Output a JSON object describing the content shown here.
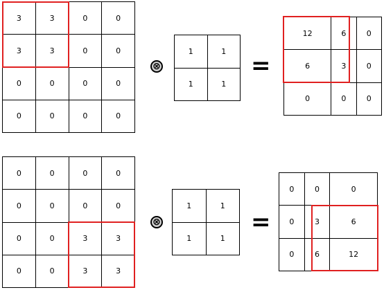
{
  "top": {
    "input": [
      [
        "3",
        "3",
        "0",
        "0"
      ],
      [
        "3",
        "3",
        "0",
        "0"
      ],
      [
        "0",
        "0",
        "0",
        "0"
      ],
      [
        "0",
        "0",
        "0",
        "0"
      ]
    ],
    "kernel": [
      [
        "1",
        "1"
      ],
      [
        "1",
        "1"
      ]
    ],
    "output": [
      [
        "12",
        "6",
        "0"
      ],
      [
        "6",
        "3",
        "0"
      ],
      [
        "0",
        "0",
        "0"
      ]
    ]
  },
  "bottom": {
    "input": [
      [
        "0",
        "0",
        "0",
        "0"
      ],
      [
        "0",
        "0",
        "0",
        "0"
      ],
      [
        "0",
        "0",
        "3",
        "3"
      ],
      [
        "0",
        "0",
        "3",
        "3"
      ]
    ],
    "kernel": [
      [
        "1",
        "1"
      ],
      [
        "1",
        "1"
      ]
    ],
    "output": [
      [
        "0",
        "0",
        "0"
      ],
      [
        "0",
        "3",
        "6"
      ],
      [
        "0",
        "6",
        "12"
      ]
    ]
  },
  "symbols": {
    "operator": "⊗",
    "equals": "="
  },
  "colors": {
    "highlight": "#e02020",
    "operator_fill": "#d0d0d0"
  }
}
